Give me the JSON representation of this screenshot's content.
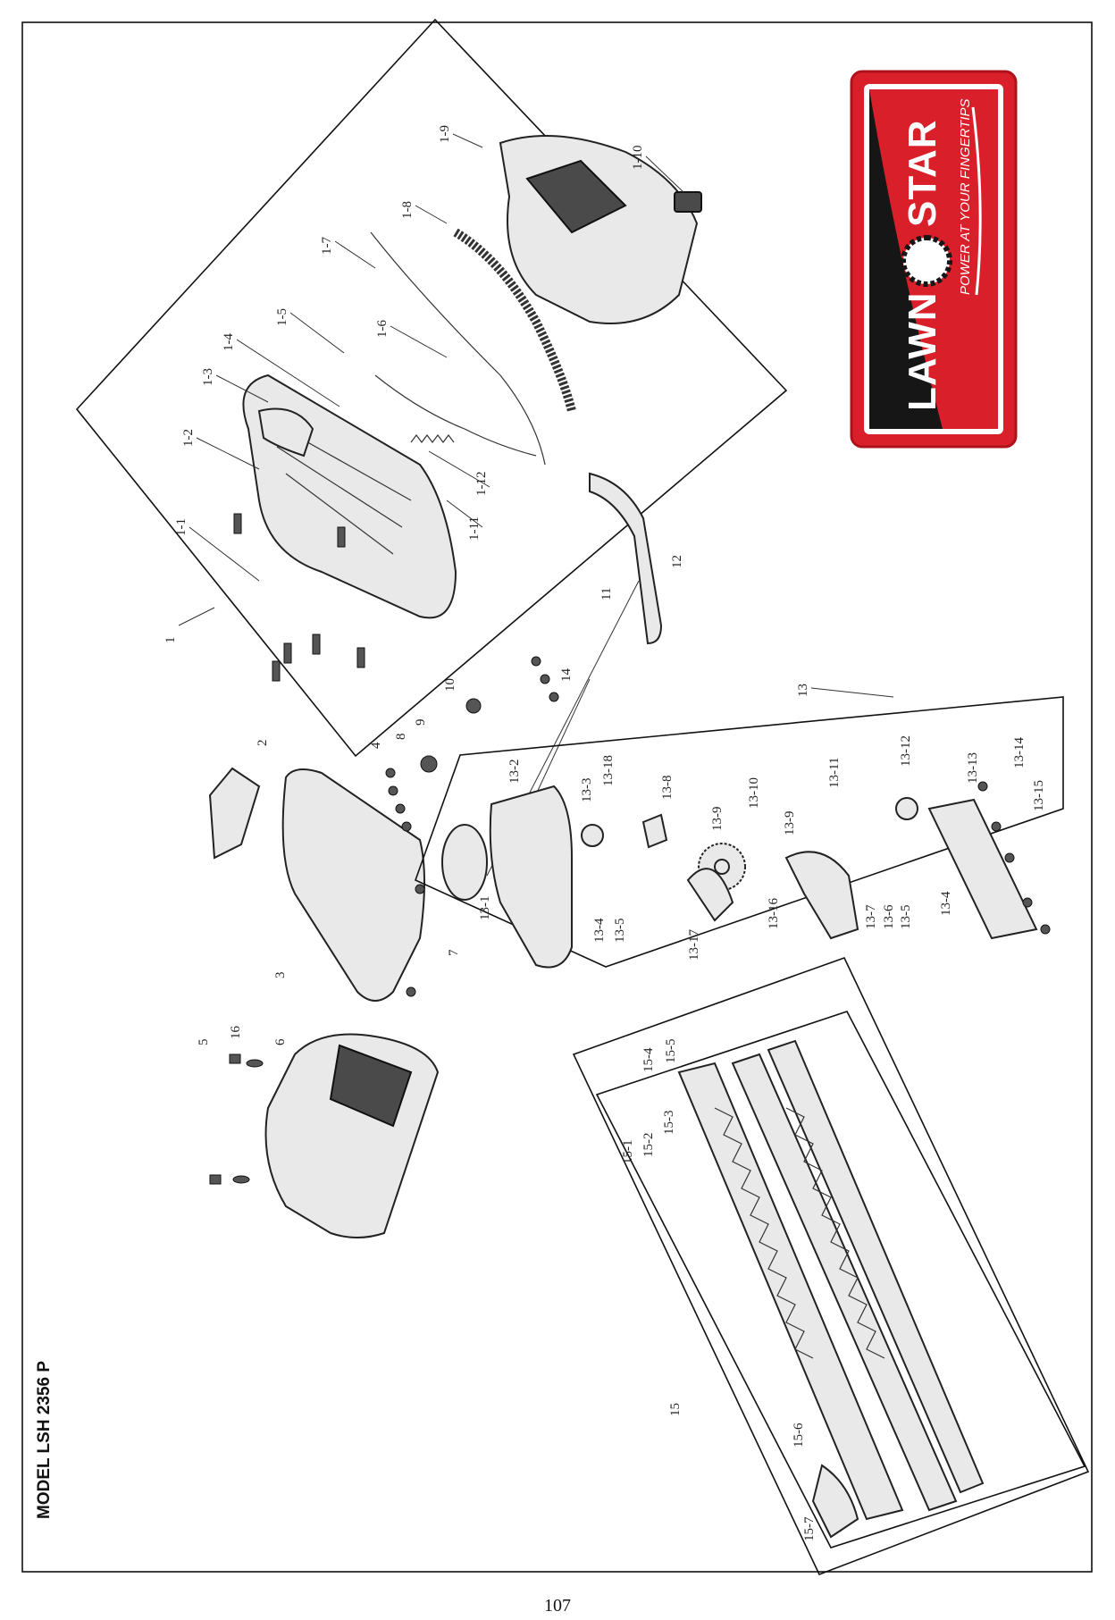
{
  "model_title": "MODEL LSH 2356 P",
  "page_number": "107",
  "logo": {
    "brand_left": "LAWN",
    "brand_right": "STAR",
    "tagline": "POWER AT YOUR FINGERTIPS",
    "colors": {
      "red": "#d9202a",
      "black": "#161616",
      "white": "#ffffff"
    }
  },
  "part_labels": {
    "p1": "1",
    "p1_1": "1-1",
    "p1_2": "1-2",
    "p1_3": "1-3",
    "p1_4": "1-4",
    "p1_5": "1-5",
    "p1_6": "1-6",
    "p1_7": "1-7",
    "p1_8": "1-8",
    "p1_9": "1-9",
    "p1_10": "1-10",
    "p1_11": "1-11",
    "p1_12": "1-12",
    "p2": "2",
    "p3": "3",
    "p4": "4",
    "p5": "5",
    "p6": "6",
    "p7": "7",
    "p8": "8",
    "p9": "9",
    "p10": "10",
    "p11": "11",
    "p12": "12",
    "p13": "13",
    "p14": "14",
    "p13_1": "13-1",
    "p13_2": "13-2",
    "p13_3": "13-3",
    "p13_4": "13-4",
    "p13_5": "13-5",
    "p13_6": "13-6",
    "p13_7": "13-7",
    "p13_8": "13-8",
    "p13_9a": "13-9",
    "p13_9b": "13-9",
    "p13_10": "13-10",
    "p13_11": "13-11",
    "p13_12": "13-12",
    "p13_13": "13-13",
    "p13_14": "13-14",
    "p13_15": "13-15",
    "p13_16": "13-16",
    "p13_17": "13-17",
    "p13_18": "13-18",
    "p13_5b": "13-5",
    "p13_4b": "13-4",
    "p15": "15",
    "p15_1": "15-1",
    "p15_2": "15-2",
    "p15_3": "15-3",
    "p15_4": "15-4",
    "p15_5": "15-5",
    "p15_6": "15-6",
    "p15_7": "15-7",
    "p16": "16"
  }
}
